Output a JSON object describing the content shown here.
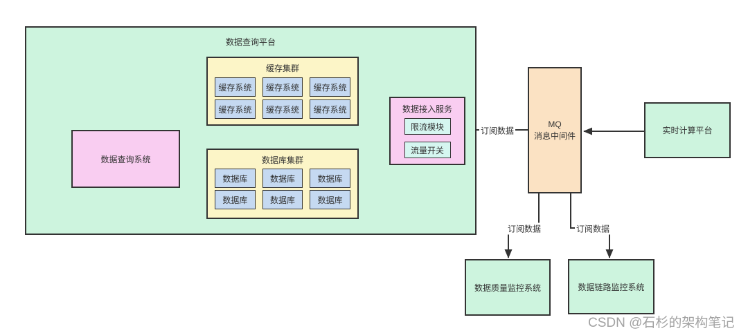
{
  "platform": {
    "title": "数据查询平台",
    "query_system": {
      "label": "数据查询系统"
    },
    "cache_cluster": {
      "title": "缓存集群",
      "nodes": [
        "缓存系统",
        "缓存系统",
        "缓存系统",
        "缓存系统",
        "缓存系统",
        "缓存系统"
      ]
    },
    "db_cluster": {
      "title": "数据库集群",
      "nodes": [
        "数据库",
        "数据库",
        "数据库",
        "数据库",
        "数据库",
        "数据库"
      ]
    },
    "access_service": {
      "title": "数据接入服务",
      "modules": [
        "限流模块",
        "流量开关"
      ]
    }
  },
  "mq": {
    "title_line1": "MQ",
    "title_line2": "消息中间件"
  },
  "realtime_platform": {
    "label": "实时计算平台"
  },
  "quality_monitor": {
    "label": "数据质量监控系统"
  },
  "link_monitor": {
    "label": "数据链路监控系统"
  },
  "edge_labels": {
    "mq_to_access": "订阅数据",
    "mq_to_quality": "订阅数据",
    "mq_to_link": "订阅数据"
  },
  "colors": {
    "platform_green": "#cdf4de",
    "cluster_yellow": "#fcf5c7",
    "node_blue": "#c5d9f1",
    "service_pink": "#f9cdf1",
    "module_cyan": "#d5f6f0",
    "mq_orange": "#fbe2c3",
    "line": "#333333",
    "watermark_gray": "#a2a2a2"
  },
  "watermark": "CSDN @石杉的架构笔记"
}
